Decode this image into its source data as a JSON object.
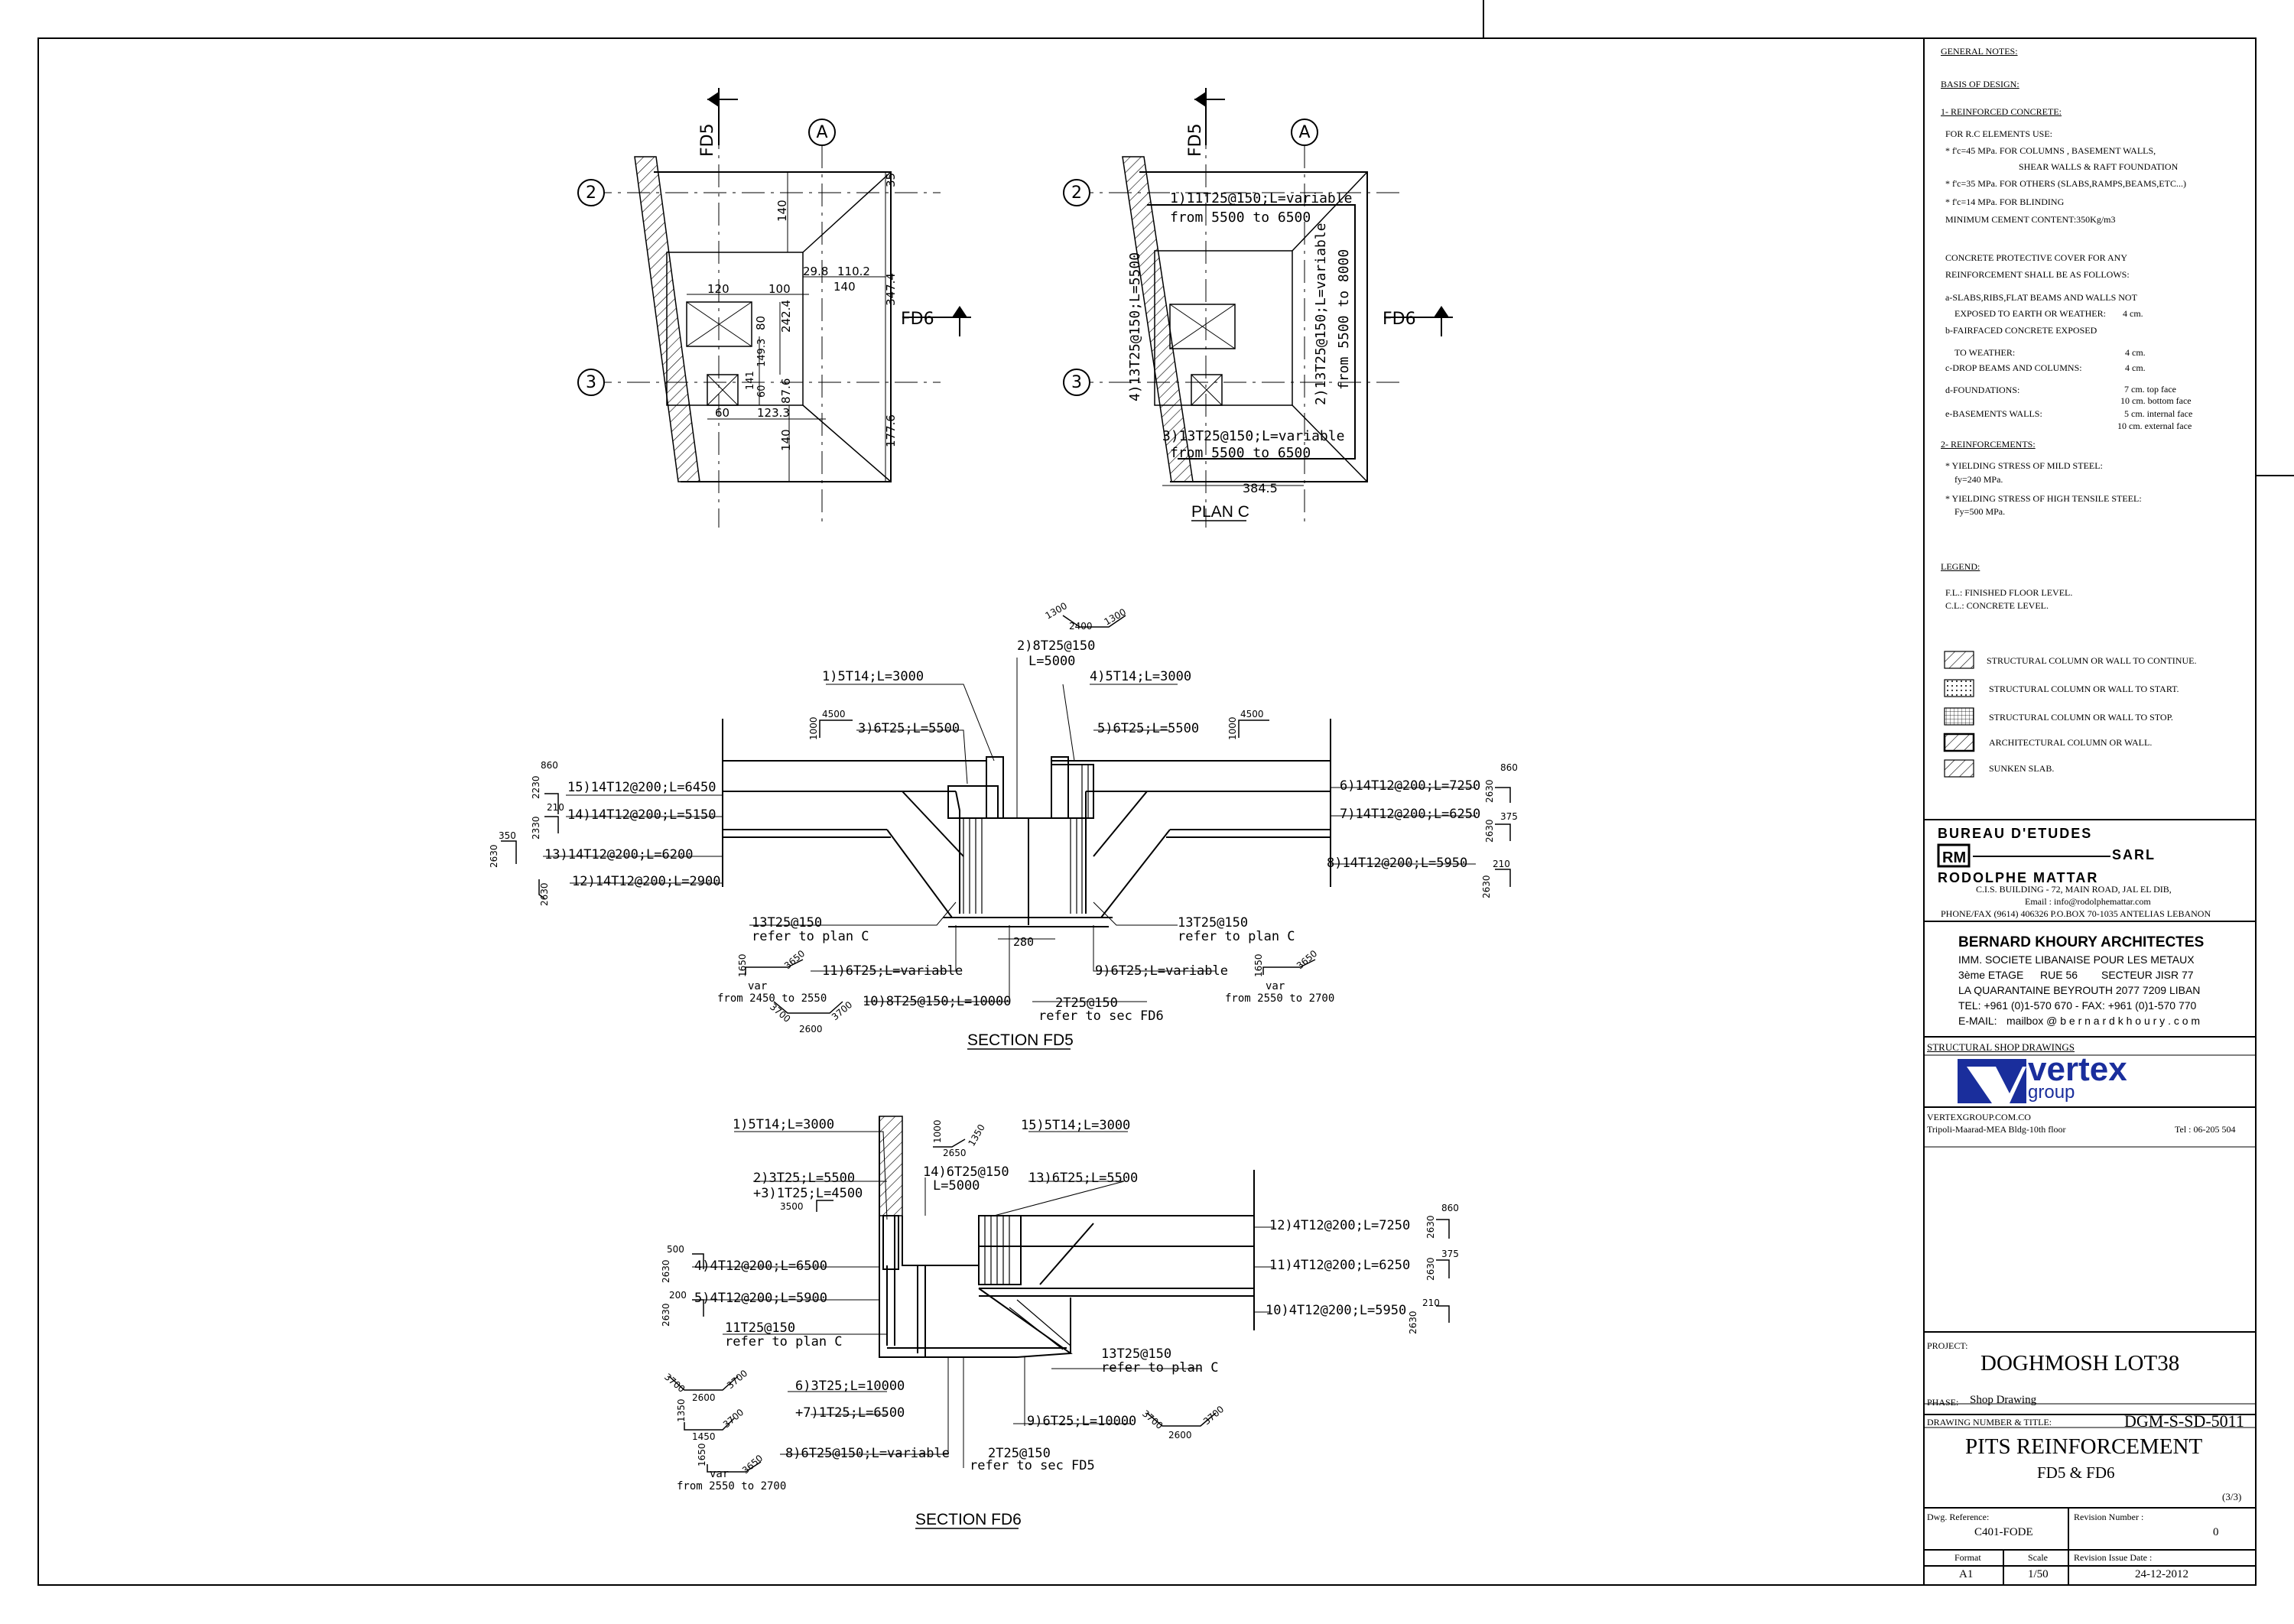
{
  "grid": {
    "col_a": "A",
    "row_2": "2",
    "row_3": "3"
  },
  "section_markers": {
    "fd5": "FD5",
    "fd6": "FD6"
  },
  "plan_left": {
    "dims": [
      "140",
      "35",
      "347.4",
      "29.8",
      "110.2",
      "120",
      "100",
      "140",
      "80",
      "242.4",
      "141",
      "60",
      "149.3",
      "87.6",
      "60",
      "123.3",
      "140",
      "177.6"
    ]
  },
  "plan_c": {
    "title": "PLAN C",
    "bar1a": "1)11T25@150;L=variable",
    "bar1b": "from 5500 to 6500",
    "bar2a": "2)13T25@150;L=variable",
    "bar2b": "from 5500 to 8000",
    "bar3a": "3)13T25@150;L=variable",
    "bar3b": "from 5500 to 6500",
    "bar4": "4)13T25@150;L=5500",
    "dim": "384.5"
  },
  "section_fd5": {
    "title": "SECTION FD5",
    "labels": {
      "b1": "1)5T14;L=3000",
      "b2": "2)8T25@150",
      "b2l": "L=5000",
      "b3": "3)6T25;L=5500",
      "b4": "4)5T14;L=3000",
      "b5": "5)6T25;L=5500",
      "b6": "6)14T12@200;L=7250",
      "b7": "7)14T12@200;L=6250",
      "b8": "8)14T12@200;L=5950",
      "b9": "9)6T25;L=variable",
      "b10": "10)8T25@150;L=10000",
      "b11": "11)6T25;L=variable",
      "b12": "12)14T12@200;L=2900",
      "b13": "13)14T12@200;L=6200",
      "b14": "14)14T12@200;L=5150",
      "b15": "15)14T12@200;L=6450",
      "r13a": "13T25@150",
      "r13b": "refer to plan C",
      "r13c": "13T25@150",
      "r13d": "refer to plan C",
      "t2a": "2T25@150",
      "t2b": "refer to sec FD6",
      "d280": "280",
      "var": "var",
      "fromL": "from  2450  to  2550",
      "fromR": "from  2550  to  2700"
    },
    "shapes": {
      "top_a": "1300",
      "top_b": "2400",
      "top_c": "1300",
      "l_a": "1000",
      "l_b": "4500",
      "r_a": "1000",
      "r_b": "4500",
      "s860": "860",
      "s2230": "2230",
      "s210": "210",
      "s2330": "2330",
      "s350": "350",
      "s2630": "2630",
      "s2630b": "2630",
      "r860": "860",
      "r2630": "2630",
      "r375": "375",
      "r2630b": "2630",
      "r210": "210",
      "r2630c": "2630",
      "h1650": "1650",
      "h3650": "3650",
      "h1650r": "1650",
      "h3650r": "3650",
      "u3700a": "3700",
      "u2600": "2600",
      "u3700b": "3700"
    }
  },
  "section_fd6": {
    "title": "SECTION FD6",
    "labels": {
      "b1": "1)5T14;L=3000",
      "b2a": "2)3T25;L=5500",
      "b2b": "+3)1T25;L=4500",
      "b4": "4)4T12@200;L=6500",
      "b5": "5)4T12@200;L=5900",
      "b6": "6)3T25;L=10000",
      "b7": "+7)1T25;L=6500",
      "b8": "8)6T25@150;L=variable",
      "b9": "9)6T25;L=10000",
      "b10": "10)4T12@200;L=5950",
      "b11": "11)4T12@200;L=6250",
      "b12": "12)4T12@200;L=7250",
      "b13": "13)6T25;L=5500",
      "b14": "14)6T25@150",
      "b14l": "L=5000",
      "b15": "15)5T14;L=3000",
      "r11a": "11T25@150",
      "r11b": "refer to plan C",
      "r13a": "13T25@150",
      "r13b": "refer to plan C",
      "t2a": "2T25@150",
      "t2b": "refer to sec FD5",
      "var": "var",
      "from": "from  2550  to  2700"
    },
    "shapes": {
      "s3500": "3500",
      "s1000": "1000",
      "s2650": "2650",
      "s1350": "1350",
      "s500": "500",
      "s2630": "2630",
      "s200": "200",
      "s2630b": "2630",
      "r860": "860",
      "r2630": "2630",
      "r375": "375",
      "r2630b": "2630",
      "r210": "210",
      "r2630c": "2630",
      "u3700a": "3700",
      "u2600": "2600",
      "u3700b": "3700",
      "v1350": "1350",
      "v1450": "1450",
      "v3700": "3700",
      "w3700a": "3700",
      "w2600": "2600",
      "w3700b": "3700",
      "h1650": "1650",
      "h3650": "3650"
    }
  },
  "notes": {
    "general": "GENERAL NOTES:",
    "basis": "BASIS OF DESIGN:",
    "rc": "1- REINFORCED CONCRETE:",
    "rc_use": "FOR  R.C  ELEMENTS USE:",
    "fc45": "* f'c=45 MPa. FOR COLUMNS , BASEMENT WALLS,",
    "fc45b": "SHEAR WALLS & RAFT FOUNDATION",
    "fc35": "* f'c=35 MPa. FOR OTHERS (SLABS,RAMPS,BEAMS,ETC...)",
    "fc14": "* f'c=14 MPa. FOR BLINDING",
    "cement": "MINIMUM CEMENT CONTENT:350Kg/m3",
    "cover1": "CONCRETE PROTECTIVE COVER FOR ANY",
    "cover2": "REINFORCEMENT SHALL BE AS FOLLOWS:",
    "ca1": "a-SLABS,RIBS,FLAT BEAMS AND WALLS NOT",
    "ca2": "EXPOSED TO EARTH OR WEATHER:",
    "ca2v": "4 cm.",
    "cb1": "b-FAIRFACED CONCRETE EXPOSED",
    "cb2": "TO WEATHER:",
    "cb2v": "4 cm.",
    "cc": "c-DROP BEAMS AND COLUMNS:",
    "ccv": "4 cm.",
    "cd": "d-FOUNDATIONS:",
    "cdv1": "7 cm. top face",
    "cdv2": "10 cm. bottom face",
    "ce": "e-BASEMENTS WALLS:",
    "cev1": "5 cm. internal face",
    "cev2": "10 cm. external face",
    "reinf": "2- REINFORCEMENTS:",
    "ys1": "* YIELDING STRESS OF MILD STEEL:",
    "ys1v": "fy=240 MPa.",
    "ys2": "* YIELDING STRESS OF HIGH TENSILE STEEL:",
    "ys2v": "Fy=500 MPa.",
    "legend": "LEGEND:",
    "fl": "F.L.: FINISHED FLOOR LEVEL.",
    "cl": "C.L.: CONCRETE LEVEL.",
    "lg1": "STRUCTURAL COLUMN OR WALL TO CONTINUE.",
    "lg2": "STRUCTURAL COLUMN OR WALL TO START.",
    "lg3": "STRUCTURAL COLUMN OR WALL TO STOP.",
    "lg4": "ARCHITECTURAL COLUMN OR WALL.",
    "lg5": "SUNKEN SLAB."
  },
  "consultant": {
    "line1": "BUREAU  D'ETUDES",
    "sarl": "SARL",
    "line2": "RODOLPHE  MATTAR",
    "addr": "C.I.S. BUILDING - 72, MAIN ROAD, JAL EL DIB,",
    "email": "Email : info@rodolphemattar.com",
    "phone": "PHONE/FAX (9614) 406326 P.O.BOX 70-1035 ANTELIAS LEBANON"
  },
  "architect": {
    "name": "BERNARD KHOURY ARCHITECTES",
    "l1": "IMM.   SOCIETE LIBANAISE POUR LES METAUX",
    "l2a": "3ème ETAGE",
    "l2b": "RUE 56",
    "l2c": "SECTEUR JISR 77",
    "l3": "LA QUARANTAINE BEYROUTH 2077 7209 LIBAN",
    "l4": "TEL: +961 (0)1-570 670  -  FAX: +961 (0)1-570 770",
    "l5a": "E-MAIL:",
    "l5b": "mailbox @ b e r n a r d k h o u r y . c o m"
  },
  "contractor": {
    "header": "STRUCTURAL SHOP DRAWINGS",
    "logo_word": "vertex",
    "logo_sub": "group",
    "web": "VERTEXGROUP.COM.CO",
    "addr": "Tripoli-Maarad-MEA Bldg-10th floor",
    "tel": "Tel : 06-205 504"
  },
  "title_block": {
    "project_label": "PROJECT:",
    "project": "DOGHMOSH LOT38",
    "phase_label": "PHASE:",
    "phase": "Shop Drawing",
    "dn_label": "DRAWING NUMBER & TITLE:",
    "number": "DGM-S-SD-5011",
    "title1": "PITS REINFORCEMENT",
    "title2": "FD5 & FD6",
    "sheet": "(3/3)",
    "ref_label": "Dwg. Reference:",
    "ref": "C401-FODE",
    "rev_label": "Revision Number :",
    "rev": "0",
    "fmt_label": "Format",
    "fmt": "A1",
    "scale_label": "Scale",
    "scale": "1/50",
    "date_label": "Revision Issue Date :",
    "date": "24-12-2012"
  }
}
